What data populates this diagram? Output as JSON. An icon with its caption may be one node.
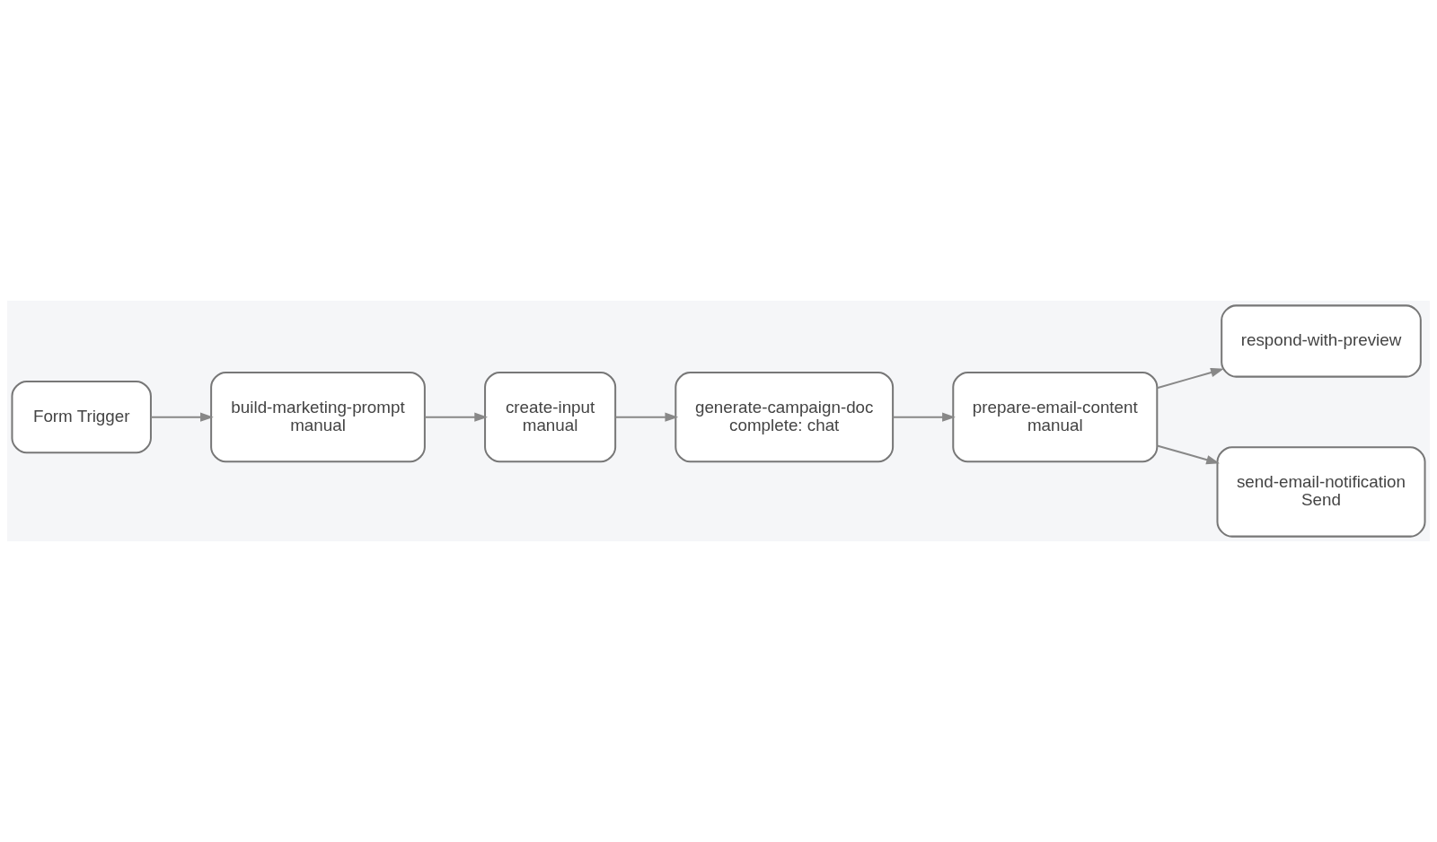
{
  "diagram": {
    "nodes": [
      {
        "text": [
          "Form Trigger"
        ]
      },
      {
        "text": [
          "build-marketing-prompt",
          "manual"
        ]
      },
      {
        "text": [
          "create-input",
          "manual"
        ]
      },
      {
        "text": [
          "generate-campaign-doc",
          "complete: chat"
        ]
      },
      {
        "text": [
          "prepare-email-content",
          "manual"
        ]
      },
      {
        "text": [
          "respond-with-preview"
        ]
      },
      {
        "text": [
          "send-email-notification",
          "Send"
        ]
      }
    ],
    "edges": [
      {
        "from": 0,
        "to": 1,
        "arrow": "to"
      },
      {
        "from": 1,
        "to": 2,
        "arrow": "to"
      },
      {
        "from": 2,
        "to": 3,
        "arrow": "to"
      },
      {
        "from": 3,
        "to": 4,
        "arrow": "to"
      },
      {
        "from": 4,
        "to": 5,
        "arrow": "to"
      },
      {
        "from": 4,
        "to": 6,
        "arrow": "to"
      }
    ]
  }
}
